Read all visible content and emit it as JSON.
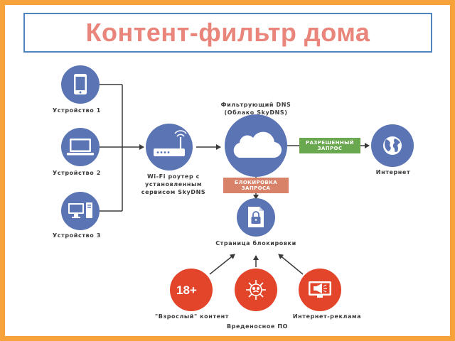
{
  "title": "Контент-фильтр дома",
  "devices": [
    {
      "label": "Устройство 1",
      "icon": "smartphone-icon"
    },
    {
      "label": "Устройство 2",
      "icon": "laptop-icon"
    },
    {
      "label": "Устройство 3",
      "icon": "desktop-computer-icon"
    }
  ],
  "router": {
    "label_lines": [
      "Wi-Fi роутер с",
      "установленным",
      "сервисом SkyDNS"
    ],
    "icon": "wifi-router-icon"
  },
  "dns": {
    "label_lines": [
      "Фильтрующий DNS",
      "(Облако SkyDNS)"
    ],
    "icon": "cloud-icon"
  },
  "allowed_request": {
    "lines": [
      "РАЗРЕШЕННЫЙ",
      "ЗАПРОС"
    ],
    "color": "#6aa84f"
  },
  "blocked_request": {
    "lines": [
      "БЛОКИРОВКА",
      "ЗАПРОСА"
    ],
    "color": "#d9826a"
  },
  "internet": {
    "label": "Интернет",
    "icon": "globe-icon"
  },
  "block_page": {
    "label": "Страница блокировки",
    "icon": "locked-page-icon"
  },
  "threats": [
    {
      "label": "\"Взрослый\" контент",
      "badge": "18+",
      "icon": "adult-content-icon"
    },
    {
      "label": "Вреденосное ПО",
      "icon": "virus-icon"
    },
    {
      "label": "Интернет-реклама",
      "icon": "megaphone-ad-icon"
    }
  ],
  "colors": {
    "frame": "#f5a33a",
    "title_text": "#e9857a",
    "title_border": "#4f86c0",
    "device_circle": "#5b74b4",
    "dns_circle": "#5b74b4",
    "threat_circle": "#e2452a",
    "connector": "#3a3a3a"
  }
}
